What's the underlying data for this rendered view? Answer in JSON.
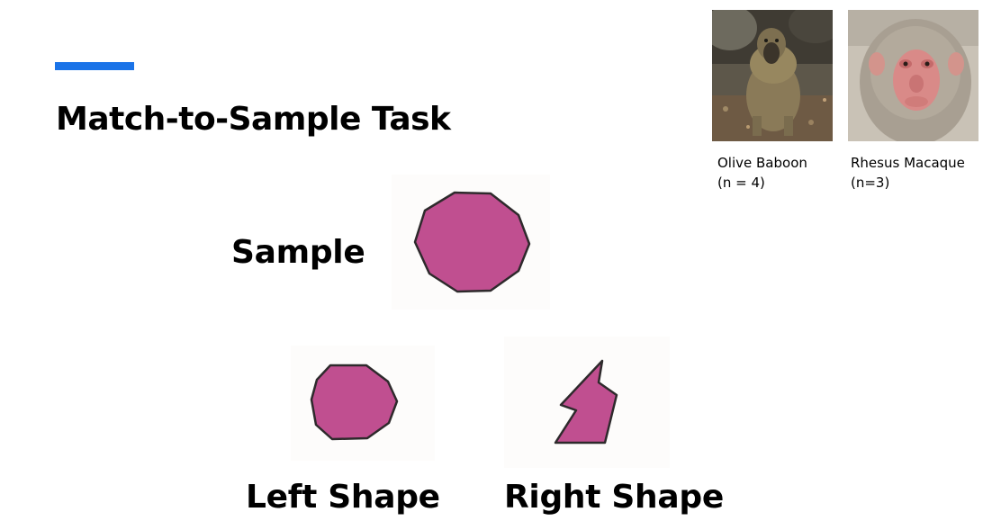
{
  "slide": {
    "title": "Match-to-Sample Task",
    "accent_color": "#1a73e8"
  },
  "labels": {
    "sample": "Sample",
    "left_shape": "Left Shape",
    "right_shape": "Right Shape"
  },
  "shapes": {
    "fill_color": "#c04f90",
    "stroke_color": "#2e2a2c",
    "sample": "decagon",
    "left": "decagon",
    "right": "irregular-polygon"
  },
  "species": [
    {
      "name": "Olive Baboon",
      "count": "(n = 4)",
      "photo": "baboon-photo"
    },
    {
      "name": "Rhesus Macaque",
      "count": "(n=3)",
      "photo": "macaque-photo"
    }
  ]
}
